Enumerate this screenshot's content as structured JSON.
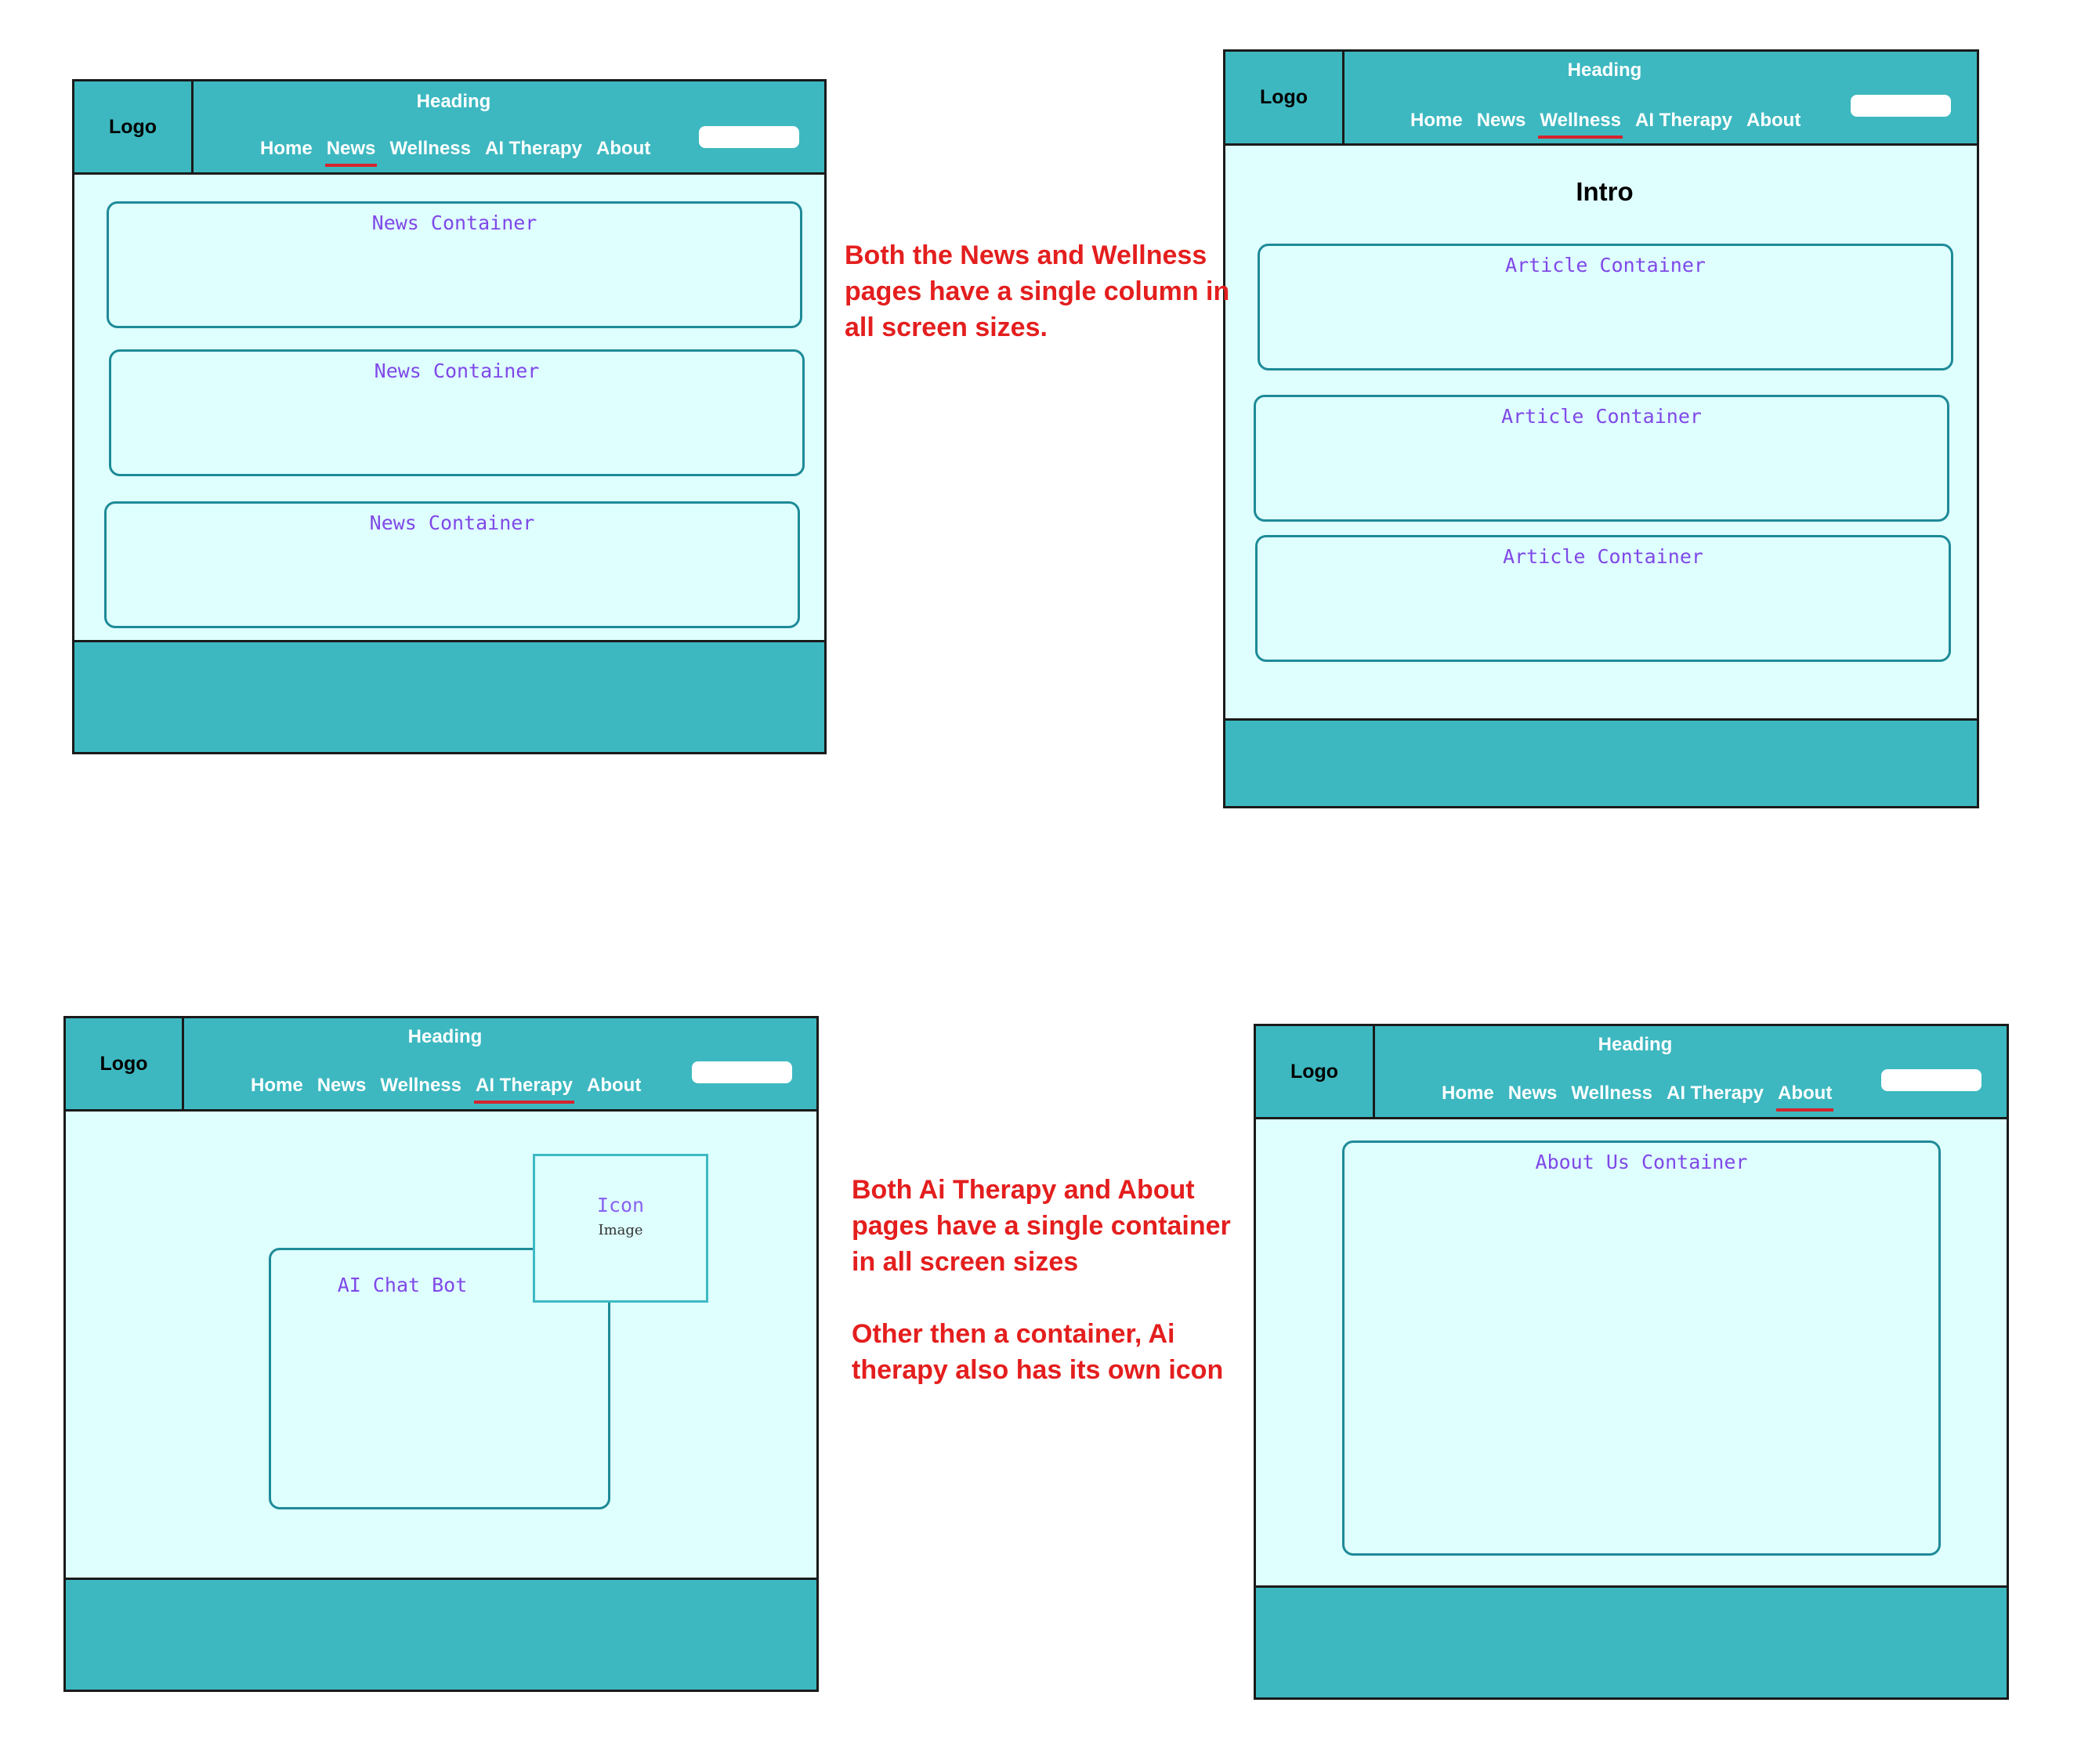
{
  "colors": {
    "header_footer": "#3db8c0",
    "page_background": "#defffe",
    "container_border": "#1e8a98",
    "container_label": "#8048e8",
    "annotation": "#e41e1e",
    "active_underline": "#d7232d"
  },
  "common": {
    "logo": "Logo",
    "heading": "Heading",
    "nav": [
      "Home",
      "News",
      "Wellness",
      "AI Therapy",
      "About"
    ]
  },
  "news_page": {
    "active_nav": "News",
    "containers": [
      "News Container",
      "News Container",
      "News Container"
    ]
  },
  "wellness_page": {
    "active_nav": "Wellness",
    "intro": "Intro",
    "containers": [
      "Article Container",
      "Article Container",
      "Article Container"
    ]
  },
  "ai_page": {
    "active_nav": "AI Therapy",
    "chat_label": "AI Chat Bot",
    "icon_label": "Icon",
    "image_alt": "Image"
  },
  "about_page": {
    "active_nav": "About",
    "container": "About Us Container"
  },
  "notes": {
    "top": "Both the News and Wellness\npages have a single column in\nall screen sizes.",
    "bottom_1": "Both Ai Therapy and About\npages have a single container\nin all screen sizes",
    "bottom_2": "Other then a container, Ai\ntherapy also has  its own icon"
  }
}
